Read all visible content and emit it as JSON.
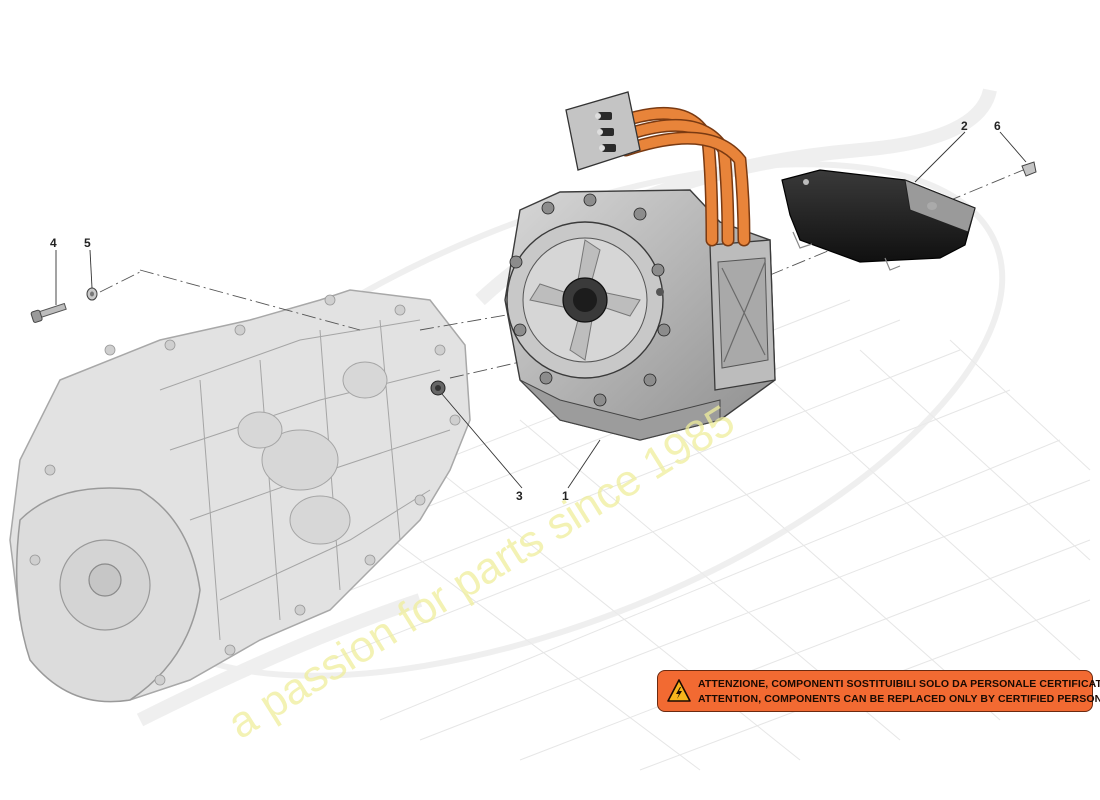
{
  "diagram": {
    "callouts": [
      {
        "id": "callout-1",
        "label": "1"
      },
      {
        "id": "callout-2",
        "label": "2"
      },
      {
        "id": "callout-3",
        "label": "3"
      },
      {
        "id": "callout-4",
        "label": "4"
      },
      {
        "id": "callout-5",
        "label": "5"
      },
      {
        "id": "callout-6",
        "label": "6"
      }
    ],
    "watermark": "a passion for parts since 1985",
    "warning": {
      "line_it": "ATTENZIONE, COMPONENTI SOSTITUIBILI SOLO DA PERSONALE CERTIFICATO",
      "line_en": "ATTENTION, COMPONENTS CAN BE REPLACED ONLY BY CERTIFIED PERSONNEL",
      "icon": "high-voltage-icon"
    },
    "colors": {
      "cable_orange": "#e8843a",
      "warning_bg": "#f26a32",
      "watermark": "#efee9c",
      "part_grey": "#b9b9b9",
      "gearbox_ghost": "#e4e4e4"
    }
  }
}
